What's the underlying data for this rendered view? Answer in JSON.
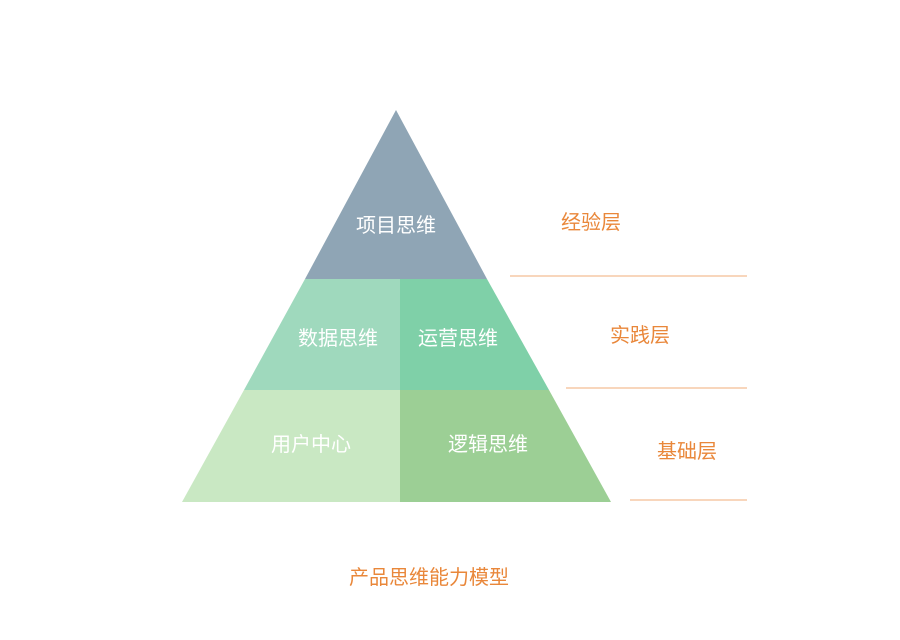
{
  "colors": {
    "accent": "#e9873a",
    "divider": "#f5c9a6",
    "segment_text": "#ffffff",
    "top": "#8fa5b5",
    "middle_left": "#9fd9bd",
    "middle_right": "#7fd0a8",
    "bottom_left": "#c9e8c3",
    "bottom_right": "#9ccf95"
  },
  "pyramid": {
    "top": {
      "label": "项目思维"
    },
    "middle": {
      "left_label": "数据思维",
      "right_label": "运营思维"
    },
    "bottom": {
      "left_label": "用户中心",
      "right_label": "逻辑思维"
    }
  },
  "layers": [
    {
      "label": "经验层"
    },
    {
      "label": "实践层"
    },
    {
      "label": "基础层"
    }
  ],
  "caption": "产品思维能力模型"
}
